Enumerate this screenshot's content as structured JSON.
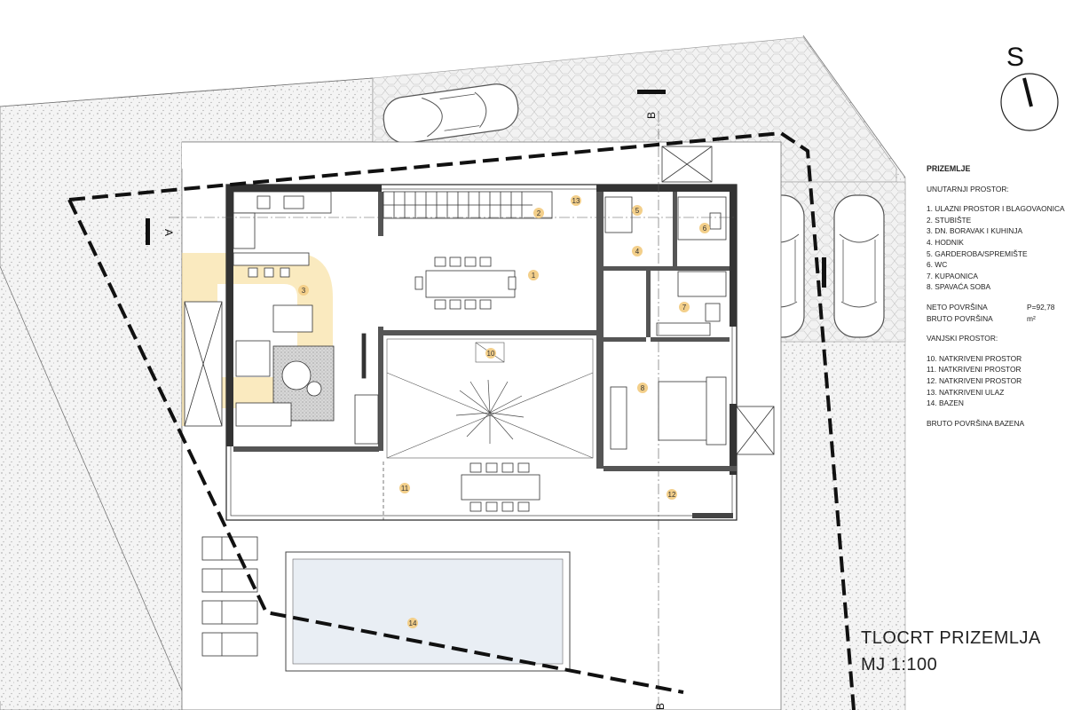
{
  "compass": {
    "letter": "S"
  },
  "section_marks": {
    "a": "A",
    "b": "B"
  },
  "title": {
    "line1": "TLOCRT PRIZEMLJA",
    "line2": "MJ 1:100"
  },
  "legend": {
    "heading": "PRIZEMLJE",
    "interior_heading": "UNUTARNJI PROSTOR:",
    "interior_items": [
      "1. ULAZNI PROSTOR I BLAGOVAONICA",
      "2. STUBIŠTE",
      "3. DN. BORAVAK I KUHINJA",
      "4. HODNIK",
      "5. GARDEROBA/SPREMIŠTE",
      "6. WC",
      "7. KUPAONICA",
      "8. SPAVAĆA SOBA"
    ],
    "net_area_label": "NETO POVRŠINA",
    "net_area_value": "P=92,78 m²",
    "gross_area_label": "BRUTO POVRŠINA",
    "exterior_heading": "VANJSKI PROSTOR:",
    "exterior_items": [
      "10. NATKRIVENI PROSTOR",
      "11. NATKRIVENI PROSTOR",
      "12. NATKRIVENI PROSTOR",
      "13. NATKRIVENI ULAZ",
      "14. BAZEN"
    ],
    "pool_area_label": "BRUTO POVRŠINA  BAZENA"
  },
  "room_numbers": [
    "1",
    "2",
    "3",
    "4",
    "5",
    "6",
    "7",
    "8",
    "10",
    "11",
    "12",
    "13",
    "14"
  ],
  "colors": {
    "marker": "#f3cf8a",
    "watermark": "#f6d98a",
    "pool": "#e9eef4",
    "paving": "#d8d8d8"
  }
}
